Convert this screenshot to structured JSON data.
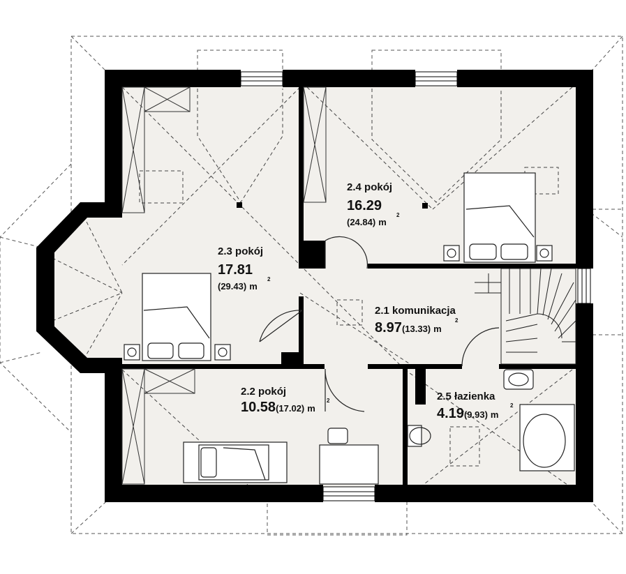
{
  "rooms": [
    {
      "id": "2.1",
      "label": "komunikacja",
      "area": "8.97",
      "gross": "(13.33)",
      "unit": "m",
      "exp": "2"
    },
    {
      "id": "2.2",
      "label": "pokój",
      "area": "10.58",
      "gross": "(17.02)",
      "unit": "m",
      "exp": "2"
    },
    {
      "id": "2.3",
      "label": "pokój",
      "area": "17.81",
      "gross": "(29.43)",
      "unit": "m",
      "exp": "2"
    },
    {
      "id": "2.4",
      "label": "pokój",
      "area": "16.29",
      "gross": "(24.84)",
      "unit": "m",
      "exp": "2"
    },
    {
      "id": "2.5",
      "label": "łazienka",
      "area": "4.19",
      "gross": "(9.93)",
      "unit": "m",
      "exp": "2"
    }
  ],
  "colors": {
    "wall": "#000000",
    "floor": "#f2f0ec",
    "line": "#333333"
  }
}
